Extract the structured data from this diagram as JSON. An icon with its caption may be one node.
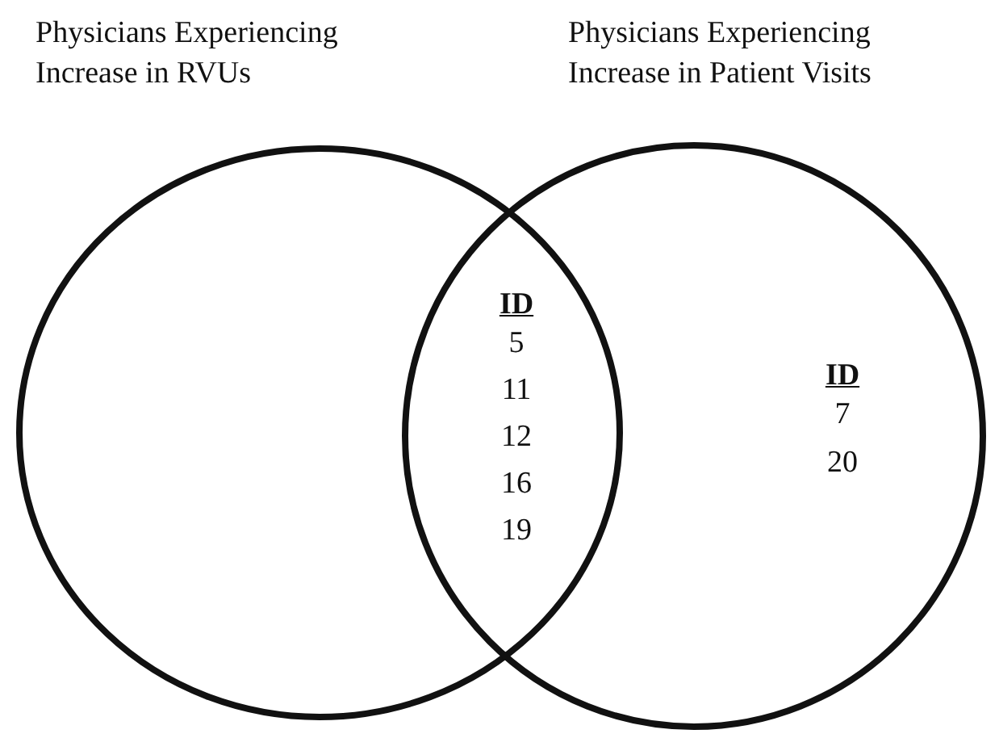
{
  "diagram": {
    "nodes": [
      {
        "text": [
          "Physicians Experiencing Increase in RVUs"
        ]
      },
      {
        "text": [
          "Physicians Experiencing Increase in Patient Visits"
        ]
      }
    ],
    "edges": [],
    "labels": [
      "ID",
      "5",
      "11",
      "12",
      "16",
      "19",
      "ID",
      "7",
      "20"
    ]
  }
}
